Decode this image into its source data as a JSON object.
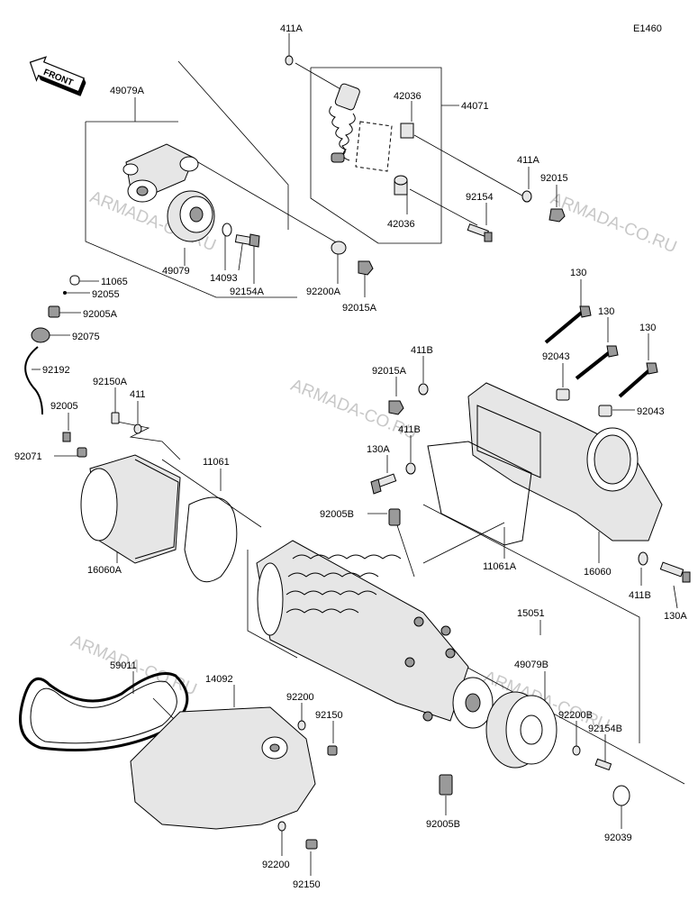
{
  "diagram_code": "E1460",
  "front_label": "FRONT",
  "watermark": "ARMADA-CO.RU",
  "labels": {
    "l411A_top": "411A",
    "l44071": "44071",
    "l42036_a": "42036",
    "l42036_b": "42036",
    "l411A_r": "411A",
    "l92015_r": "92015",
    "l92154": "92154",
    "l49079A": "49079A",
    "l49079": "49079",
    "l14093": "14093",
    "l92154A": "92154A",
    "l92200A": "92200A",
    "l92015A": "92015A",
    "l11065": "11065",
    "l92055": "92055",
    "l92005A": "92005A",
    "l92075": "92075",
    "l92192": "92192",
    "l92150A": "92150A",
    "l411_l": "411",
    "l92005": "92005",
    "l92071": "92071",
    "l130_1": "130",
    "l130_2": "130",
    "l130_3": "130",
    "l411B_1": "411B",
    "l92015A_2": "92015A",
    "l92043_1": "92043",
    "l92043_2": "92043",
    "l411B_2": "411B",
    "l130A_1": "130A",
    "l11061": "11061",
    "l92005B_1": "92005B",
    "l11061A": "11061A",
    "l16060": "16060",
    "l411B_3": "411B",
    "l130A_2": "130A",
    "l16060A": "16060A",
    "l15051": "15051",
    "l59011": "59011",
    "l14092": "14092",
    "l92200_1": "92200",
    "l92150_1": "92150",
    "l49079B": "49079B",
    "l92200B": "92200B",
    "l92154B": "92154B",
    "l92005B_2": "92005B",
    "l92039": "92039",
    "l92200_2": "92200",
    "l92150_2": "92150"
  }
}
